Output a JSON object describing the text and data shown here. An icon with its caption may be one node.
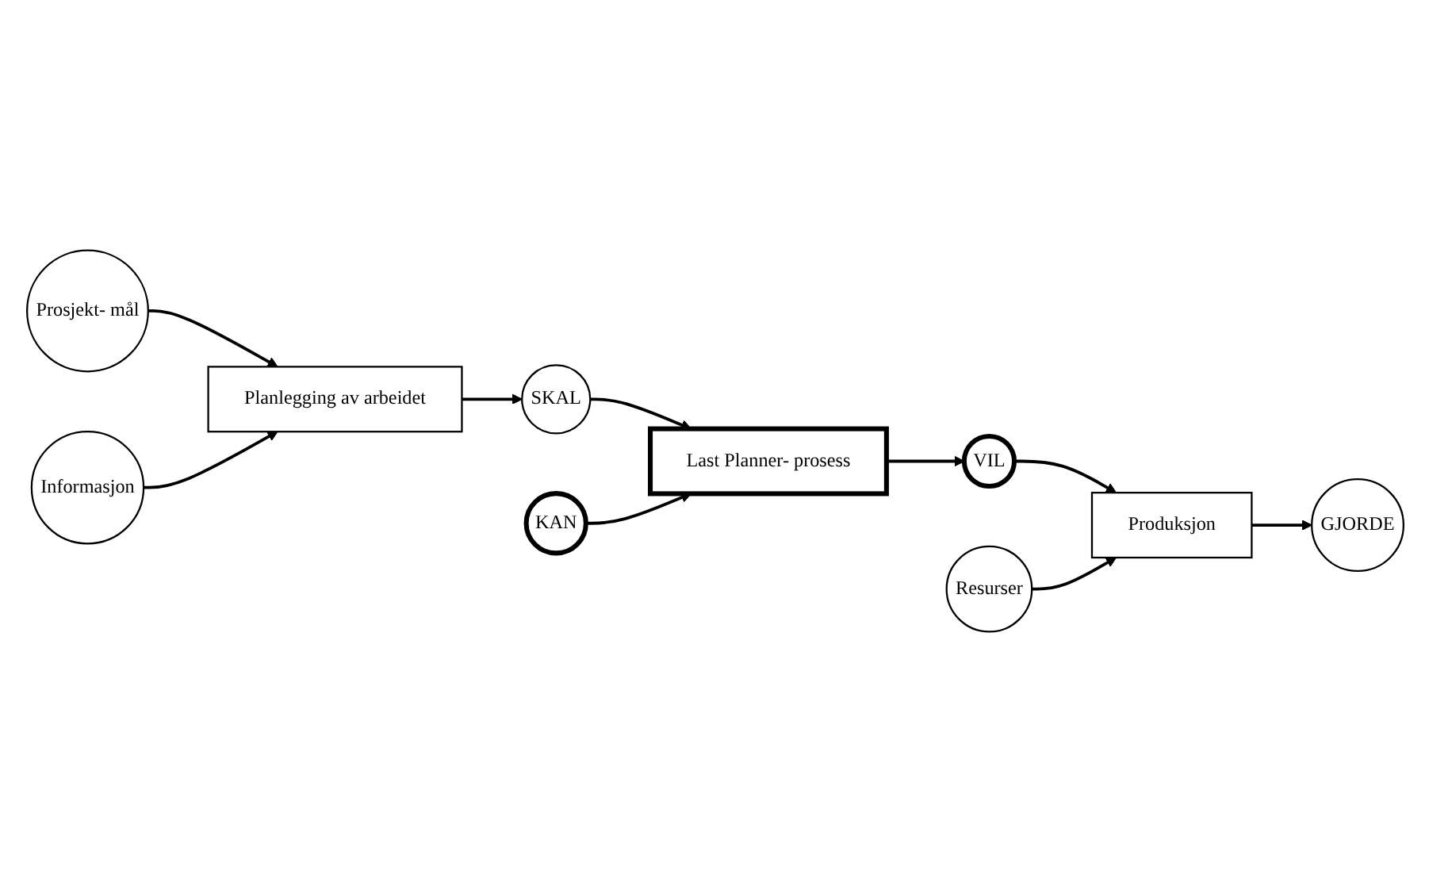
{
  "diagram": {
    "nodes": [
      {
        "text": [
          "Prosjekt- mål"
        ]
      },
      {
        "text": [
          "Informasjon"
        ]
      },
      {
        "text": [
          "Planlegging av arbeidet"
        ]
      },
      {
        "text": [
          "SKAL"
        ]
      },
      {
        "text": [
          "KAN"
        ]
      },
      {
        "text": [
          "Last Planner- prosess"
        ]
      },
      {
        "text": [
          "VIL"
        ]
      },
      {
        "text": [
          "Resurser"
        ]
      },
      {
        "text": [
          "Produksjon"
        ]
      },
      {
        "text": [
          "GJORDE"
        ]
      }
    ],
    "edges": [
      {
        "from": 0,
        "to": 2,
        "arrow": "to"
      },
      {
        "from": 1,
        "to": 2,
        "arrow": "to"
      },
      {
        "from": 2,
        "to": 3,
        "arrow": "to"
      },
      {
        "from": 3,
        "to": 5,
        "arrow": "to"
      },
      {
        "from": 4,
        "to": 5,
        "arrow": "to"
      },
      {
        "from": 5,
        "to": 6,
        "arrow": "to"
      },
      {
        "from": 6,
        "to": 8,
        "arrow": "to"
      },
      {
        "from": 7,
        "to": 8,
        "arrow": "to"
      },
      {
        "from": 8,
        "to": 9,
        "arrow": "to"
      }
    ]
  }
}
